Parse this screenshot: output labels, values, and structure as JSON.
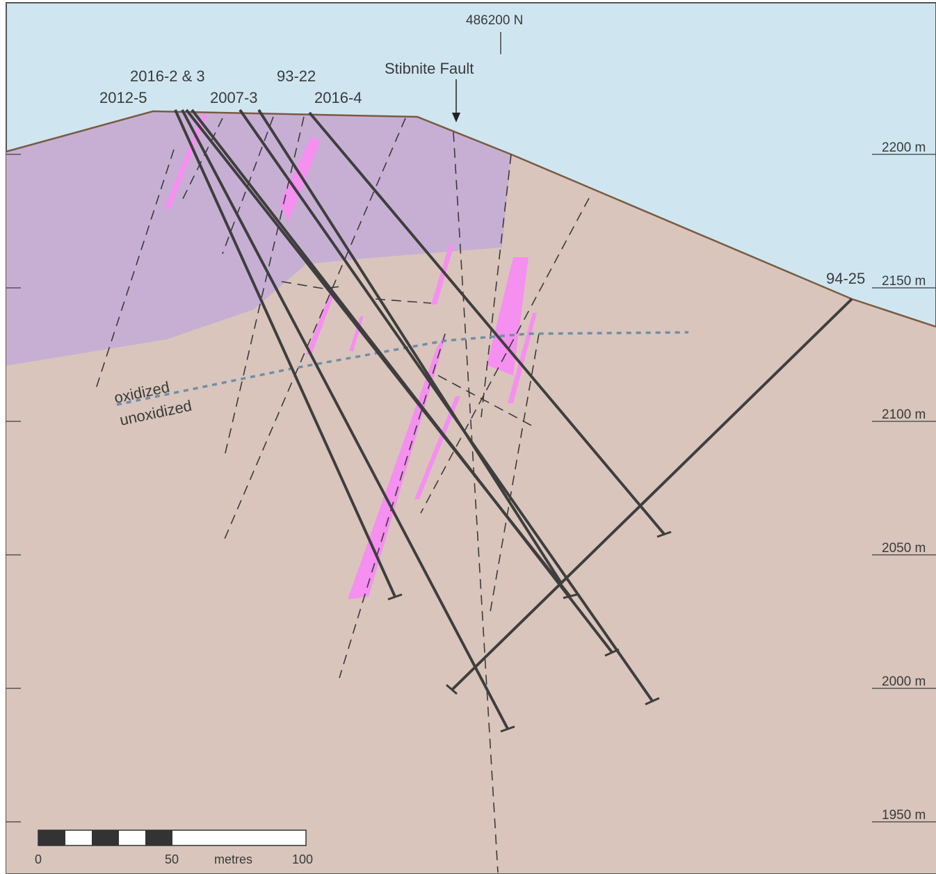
{
  "section": {
    "northing_label": "486200 N",
    "fault_label": "Stibnite Fault",
    "oxidation_labels": {
      "above": "oxidized",
      "below": "unoxidized"
    },
    "colors": {
      "sky": "#cfe6f1",
      "oxidized_zone": "#c7afd4",
      "unoxidized_zone": "#d9c5bc",
      "mineralization": "#f58ff0",
      "drillhole": "#3e3e3e",
      "topography": "#7a5a40",
      "redox_line": "#6f8ea8"
    }
  },
  "drillholes": [
    {
      "name": "2012-5"
    },
    {
      "name": "2016-2 & 3"
    },
    {
      "name": "2007-3"
    },
    {
      "name": "93-22"
    },
    {
      "name": "2016-4"
    },
    {
      "name": "94-25"
    }
  ],
  "elevation_axis": {
    "ticks": [
      "2200 m",
      "2150 m",
      "2100 m",
      "2050 m",
      "2000 m",
      "1950 m"
    ]
  },
  "scale_bar": {
    "unit": "metres",
    "labels": [
      "0",
      "50",
      "100"
    ]
  }
}
